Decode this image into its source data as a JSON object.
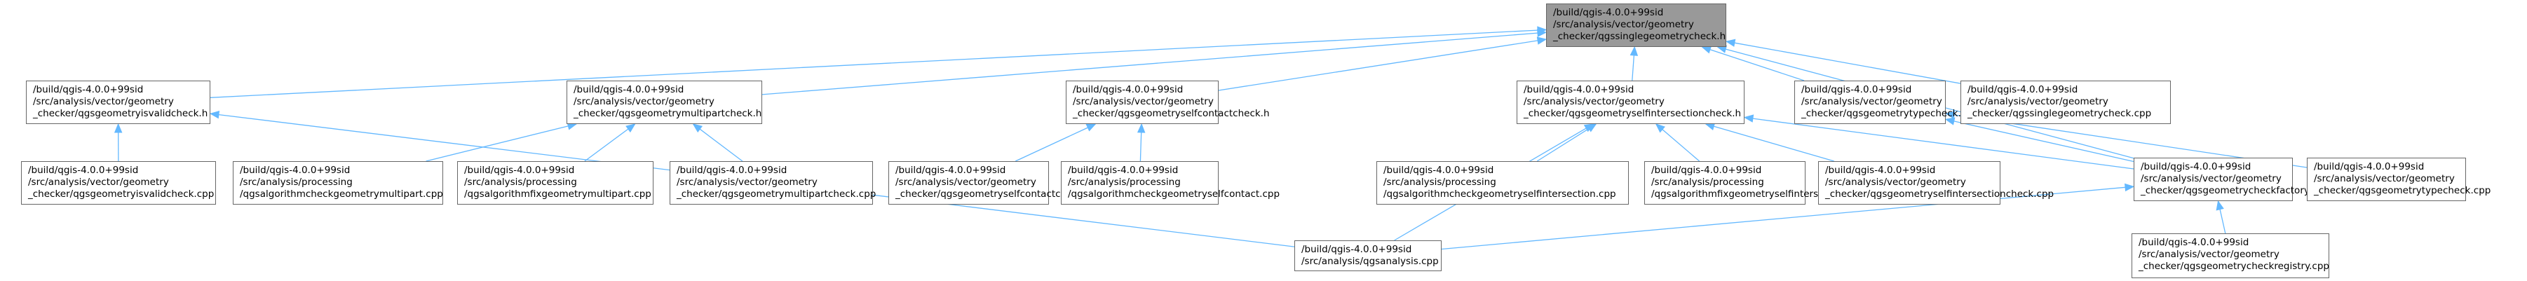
{
  "diagram": {
    "type": "include-dependency-graph",
    "edge_color": "#63b8ff",
    "root_fill": "#999999",
    "node_fill": "#ffffff",
    "node_border": "#666666",
    "nodes": {
      "root": {
        "lines": [
          "/build/qgis-4.0.0+99sid",
          "/src/analysis/vector/geometry",
          "_checker/qgssinglegeometrycheck.h"
        ]
      },
      "isvalh": {
        "lines": [
          "/build/qgis-4.0.0+99sid",
          "/src/analysis/vector/geometry",
          "_checker/qgsgeometryisvalidcheck.h"
        ]
      },
      "multih": {
        "lines": [
          "/build/qgis-4.0.0+99sid",
          "/src/analysis/vector/geometry",
          "_checker/qgsgeometrymultipartcheck.h"
        ]
      },
      "sconth": {
        "lines": [
          "/build/qgis-4.0.0+99sid",
          "/src/analysis/vector/geometry",
          "_checker/qgsgeometryselfcontactcheck.h"
        ]
      },
      "sinth": {
        "lines": [
          "/build/qgis-4.0.0+99sid",
          "/src/analysis/vector/geometry",
          "_checker/qgsgeometryselfintersectioncheck.h"
        ]
      },
      "typeh": {
        "lines": [
          "/build/qgis-4.0.0+99sid",
          "/src/analysis/vector/geometry",
          "_checker/qgsgeometrytypecheck.h"
        ]
      },
      "singcpp": {
        "lines": [
          "/build/qgis-4.0.0+99sid",
          "/src/analysis/vector/geometry",
          "_checker/qgssinglegeometrycheck.cpp"
        ]
      },
      "isvalcpp": {
        "lines": [
          "/build/qgis-4.0.0+99sid",
          "/src/analysis/vector/geometry",
          "_checker/qgsgeometryisvalidcheck.cpp"
        ]
      },
      "algcmp": {
        "lines": [
          "/build/qgis-4.0.0+99sid",
          "/src/analysis/processing",
          "/qgsalgorithmcheckgeometrymultipart.cpp"
        ]
      },
      "algfmp": {
        "lines": [
          "/build/qgis-4.0.0+99sid",
          "/src/analysis/processing",
          "/qgsalgorithmfixgeometrymultipart.cpp"
        ]
      },
      "multicpp": {
        "lines": [
          "/build/qgis-4.0.0+99sid",
          "/src/analysis/vector/geometry",
          "_checker/qgsgeometrymultipartcheck.cpp"
        ]
      },
      "scontcpp": {
        "lines": [
          "/build/qgis-4.0.0+99sid",
          "/src/analysis/vector/geometry",
          "_checker/qgsgeometryselfcontactcheck.cpp"
        ]
      },
      "algcsc": {
        "lines": [
          "/build/qgis-4.0.0+99sid",
          "/src/analysis/processing",
          "/qgsalgorithmcheckgeometryselfcontact.cpp"
        ]
      },
      "algcsi": {
        "lines": [
          "/build/qgis-4.0.0+99sid",
          "/src/analysis/processing",
          "/qgsalgorithmcheckgeometryselfintersection.cpp"
        ]
      },
      "algfsi": {
        "lines": [
          "/build/qgis-4.0.0+99sid",
          "/src/analysis/processing",
          "/qgsalgorithmfixgeometryselfintersection.cpp"
        ]
      },
      "sintcpp": {
        "lines": [
          "/build/qgis-4.0.0+99sid",
          "/src/analysis/vector/geometry",
          "_checker/qgsgeometryselfintersectioncheck.cpp"
        ]
      },
      "facth": {
        "lines": [
          "/build/qgis-4.0.0+99sid",
          "/src/analysis/vector/geometry",
          "_checker/qgsgeometrycheckfactory.h"
        ]
      },
      "typecpp": {
        "lines": [
          "/build/qgis-4.0.0+99sid",
          "/src/analysis/vector/geometry",
          "_checker/qgsgeometrytypecheck.cpp"
        ]
      },
      "analysis": {
        "lines": [
          "/build/qgis-4.0.0+99sid",
          "/src/analysis/qgsanalysis.cpp"
        ]
      },
      "registry": {
        "lines": [
          "/build/qgis-4.0.0+99sid",
          "/src/analysis/vector/geometry",
          "_checker/qgsgeometrycheckregistry.cpp"
        ]
      }
    },
    "edges": [
      {
        "from": "isvalh",
        "to": "root"
      },
      {
        "from": "multih",
        "to": "root"
      },
      {
        "from": "sconth",
        "to": "root"
      },
      {
        "from": "sinth",
        "to": "root"
      },
      {
        "from": "typeh",
        "to": "root"
      },
      {
        "from": "singcpp",
        "to": "root"
      },
      {
        "from": "facth",
        "to": "root"
      },
      {
        "from": "isvalcpp",
        "to": "isvalh"
      },
      {
        "from": "analysis",
        "to": "isvalh"
      },
      {
        "from": "algcmp",
        "to": "multih"
      },
      {
        "from": "algfmp",
        "to": "multih"
      },
      {
        "from": "multicpp",
        "to": "multih"
      },
      {
        "from": "scontcpp",
        "to": "sconth"
      },
      {
        "from": "algcsc",
        "to": "sconth"
      },
      {
        "from": "algcsi",
        "to": "sinth"
      },
      {
        "from": "algfsi",
        "to": "sinth"
      },
      {
        "from": "sintcpp",
        "to": "sinth"
      },
      {
        "from": "facth",
        "to": "sinth"
      },
      {
        "from": "analysis",
        "to": "sinth"
      },
      {
        "from": "typecpp",
        "to": "typeh"
      },
      {
        "from": "facth",
        "to": "typeh"
      },
      {
        "from": "analysis",
        "to": "facth"
      },
      {
        "from": "registry",
        "to": "facth"
      }
    ]
  }
}
